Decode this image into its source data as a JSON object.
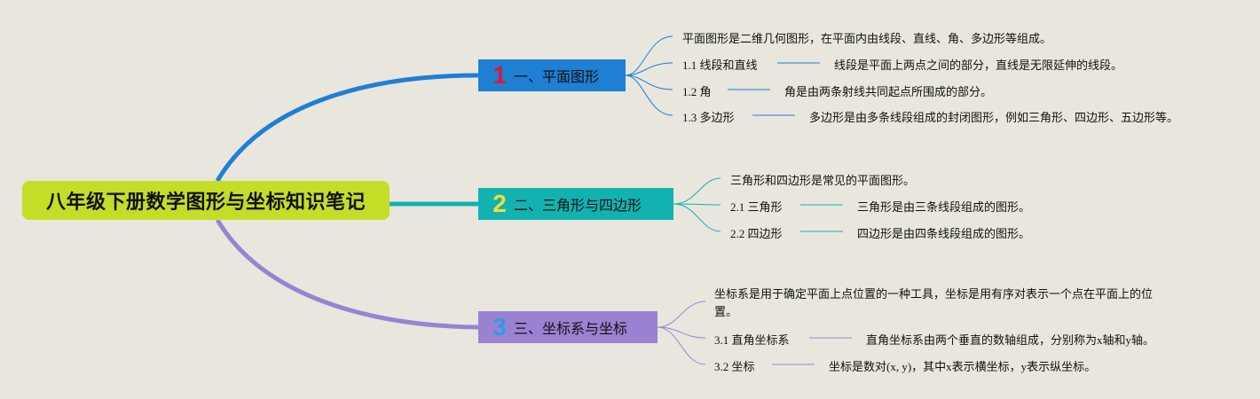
{
  "title": "八年级下册数学图形与坐标知识笔记",
  "colors": {
    "background": "#e9e6de",
    "root": "#c6dd27",
    "branch1": "#1e7fd3",
    "branch2": "#12b2b1",
    "branch3": "#9a82d3"
  },
  "branches": [
    {
      "number": "1",
      "label": "一、平面图形",
      "intro": "平面图形是二维几何图形，在平面内由线段、直线、角、多边形等组成。",
      "items": [
        {
          "term": "1.1 线段和直线",
          "desc": "线段是平面上两点之间的部分，直线是无限延伸的线段。"
        },
        {
          "term": "1.2 角",
          "desc": "角是由两条射线共同起点所围成的部分。"
        },
        {
          "term": "1.3 多边形",
          "desc": "多边形是由多条线段组成的封闭图形，例如三角形、四边形、五边形等。"
        }
      ]
    },
    {
      "number": "2",
      "label": "二、三角形与四边形",
      "intro": "三角形和四边形是常见的平面图形。",
      "items": [
        {
          "term": "2.1 三角形",
          "desc": "三角形是由三条线段组成的图形。"
        },
        {
          "term": "2.2 四边形",
          "desc": "四边形是由四条线段组成的图形。"
        }
      ]
    },
    {
      "number": "3",
      "label": "三、坐标系与坐标",
      "intro": "坐标系是用于确定平面上点位置的一种工具，坐标是用有序对表示一个点在平面上的位置。",
      "items": [
        {
          "term": "3.1 直角坐标系",
          "desc": "直角坐标系由两个垂直的数轴组成，分别称为x轴和y轴。"
        },
        {
          "term": "3.2 坐标",
          "desc": "坐标是数对(x, y)，其中x表示横坐标，y表示纵坐标。"
        }
      ]
    }
  ]
}
